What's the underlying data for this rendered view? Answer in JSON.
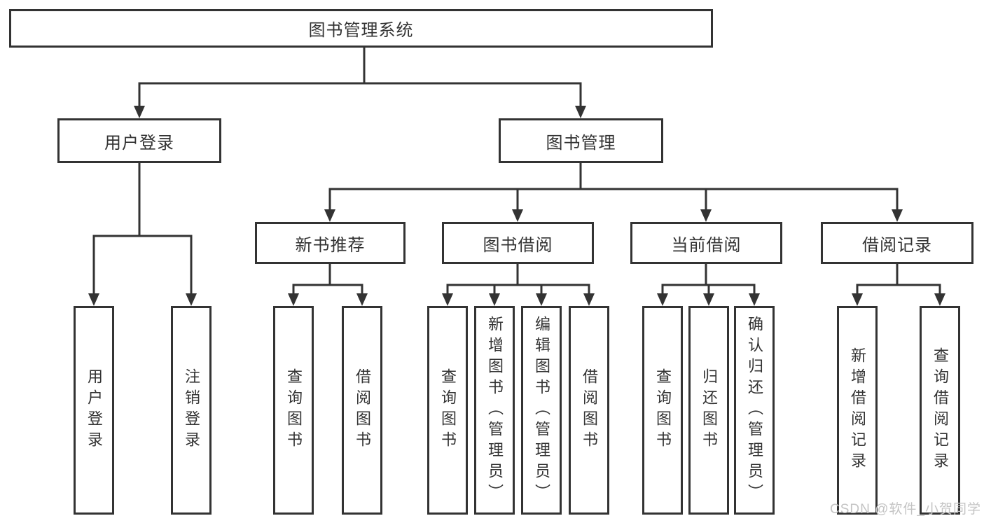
{
  "diagram_type": "hierarchy-tree",
  "tree": {
    "root": {
      "label": "图书管理系统"
    },
    "level2": [
      {
        "label": "用户登录"
      },
      {
        "label": "图书管理"
      }
    ],
    "level3": [
      {
        "label": "新书推荐",
        "parent": "图书管理"
      },
      {
        "label": "图书借阅",
        "parent": "图书管理"
      },
      {
        "label": "当前借阅",
        "parent": "图书管理"
      },
      {
        "label": "借阅记录",
        "parent": "图书管理"
      }
    ],
    "leaves": [
      {
        "label": "用户登录",
        "parent": "用户登录"
      },
      {
        "label": "注销登录",
        "parent": "用户登录"
      },
      {
        "label": "查询图书",
        "parent": "新书推荐"
      },
      {
        "label": "借阅图书",
        "parent": "新书推荐"
      },
      {
        "label": "查询图书",
        "parent": "图书借阅"
      },
      {
        "label": "新增图书（管理员）",
        "parent": "图书借阅"
      },
      {
        "label": "编辑图书（管理员）",
        "parent": "图书借阅"
      },
      {
        "label": "借阅图书",
        "parent": "图书借阅"
      },
      {
        "label": "查询图书",
        "parent": "当前借阅"
      },
      {
        "label": "归还图书",
        "parent": "当前借阅"
      },
      {
        "label": "确认归还（管理员）",
        "parent": "当前借阅"
      },
      {
        "label": "新增借阅记录",
        "parent": "借阅记录"
      },
      {
        "label": "查询借阅记录",
        "parent": "借阅记录"
      }
    ]
  },
  "watermark": {
    "text": "CSDN @软件_小贺同学"
  },
  "colors": {
    "line": "#333333",
    "box_border": "#333333",
    "text": "#333333",
    "background": "#ffffff",
    "watermark": "#c4c4c4"
  }
}
